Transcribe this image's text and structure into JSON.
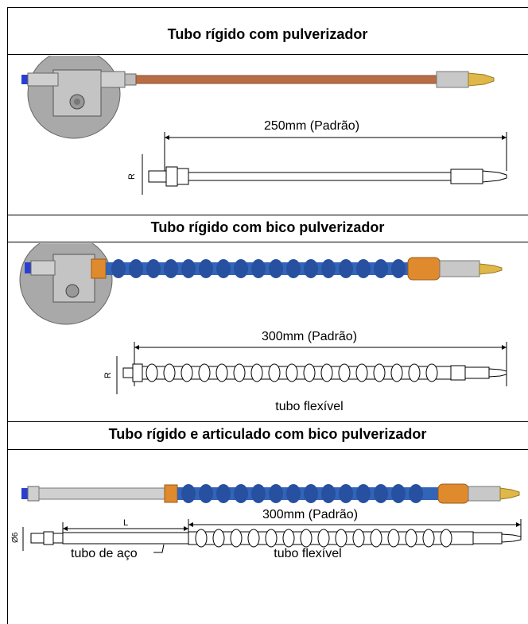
{
  "sections": [
    {
      "title": "Tubo rígido com pulverizador",
      "dimension_label": "250mm (Padrão)",
      "r_label": "R"
    },
    {
      "title": "Tubo rígido com bico pulverizador",
      "dimension_label": "300mm (Padrão)",
      "r_label": "R",
      "hose_label": "tubo flexível"
    },
    {
      "title": "Tubo rígido e articulado com bico pulverizador",
      "dimension_label": "300mm (Padrão)",
      "l_label": "L",
      "d_label": "Ø6",
      "steel_label": "tubo de aço",
      "hose_label": "tubo flexível"
    }
  ],
  "colors": {
    "copper": "#b86d47",
    "hose_blue": "#3264b8",
    "orange": "#e08a2e",
    "silver": "#c8c8c8",
    "brass": "#e0b84a",
    "plate": "#b9b9b9",
    "fitting_blue": "#2a3fd0"
  }
}
